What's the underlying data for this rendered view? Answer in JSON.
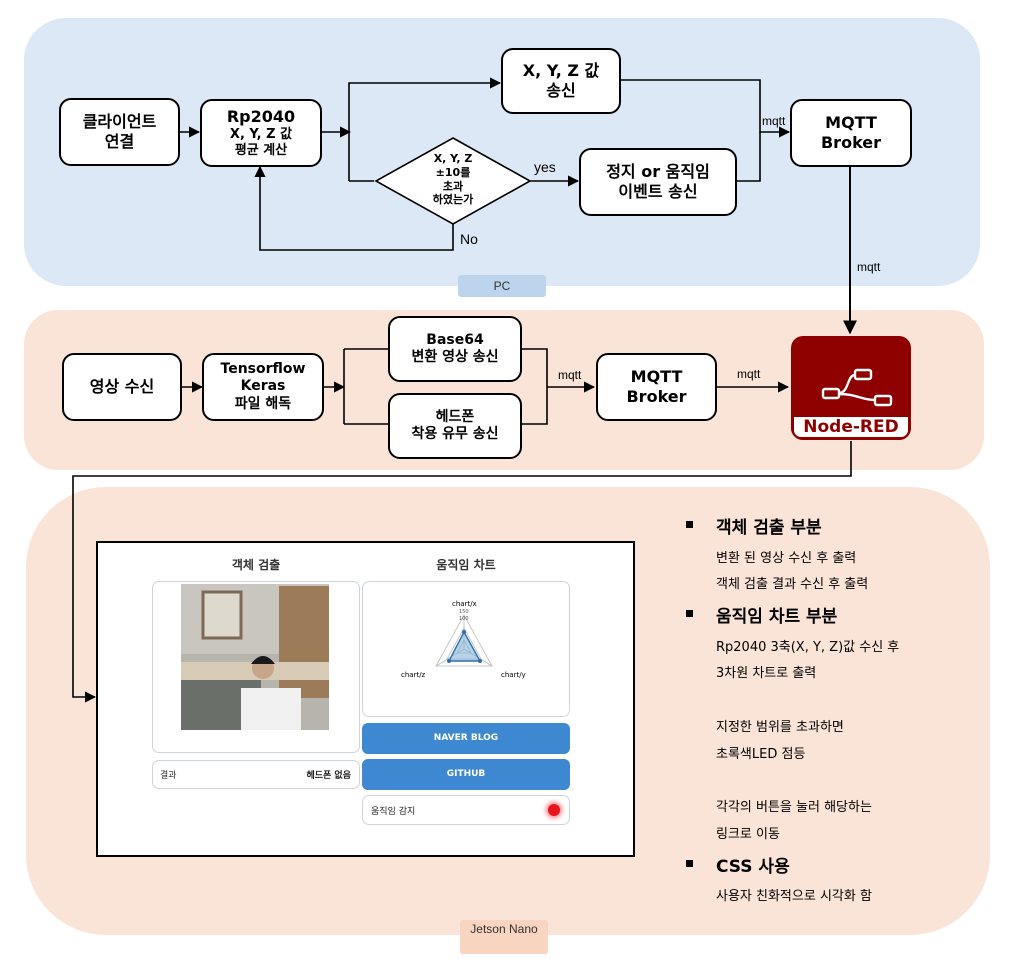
{
  "pc": {
    "tag": "PC",
    "client": [
      "클라이언트",
      "연결"
    ],
    "rp": [
      "Rp2040",
      "X, Y, Z 값",
      "평균 계산"
    ],
    "send_xyz": [
      "X, Y, Z 값",
      "송신"
    ],
    "diamond": [
      "X, Y, Z",
      "±10를",
      "초과",
      "하였는가"
    ],
    "yes": "yes",
    "no": "No",
    "event": [
      "정지 or 움직임",
      "이벤트 송신"
    ],
    "broker": [
      "MQTT",
      "Broker"
    ],
    "mqtt_a": "mqtt",
    "mqtt_b": "mqtt"
  },
  "jetson": {
    "tag": "Jetson Nano",
    "video_rx": "영상 수신",
    "tf": [
      "Tensorflow",
      "Keras",
      "파일 해독"
    ],
    "base64": [
      "Base64",
      "변환 영상 송신"
    ],
    "headphone": [
      "헤드폰",
      "착용 유무 송신"
    ],
    "broker": [
      "MQTT",
      "Broker"
    ],
    "mqtt_a": "mqtt",
    "mqtt_b": "mqtt",
    "nodered": "Node-RED"
  },
  "dashboard": {
    "title_detect": "객체 검출",
    "title_chart": "움직임 차트",
    "result_label": "결과",
    "result_value": "헤드폰 없음",
    "radar_x": "chart/x",
    "radar_y": "chart/y",
    "radar_z": "chart/z",
    "tick1": "150",
    "tick2": "100",
    "btn_blog": "NAVER BLOG",
    "btn_github": "GITHUB",
    "motion_label": "움직임 감지",
    "led_color": "#e8141e"
  },
  "notes": {
    "h1": "객체 검출 부분",
    "b1a": "변환 된 영상 수신 후 출력",
    "b1b": "객체 검출 결과 수신 후 출력",
    "h2": "움직임 차트 부분",
    "b2a": "Rp2040 3축(X, Y, Z)값 수신 후",
    "b2b": "3차원 차트로 출력",
    "b2c": "지정한 범위를 초과하면",
    "b2d": "초록색LED 점등",
    "b2e": "각각의 버튼을 눌러 해당하는",
    "b2f": "링크로 이동",
    "h3": "CSS 사용",
    "b3a": "사용자 친화적으로 시각화 함"
  }
}
